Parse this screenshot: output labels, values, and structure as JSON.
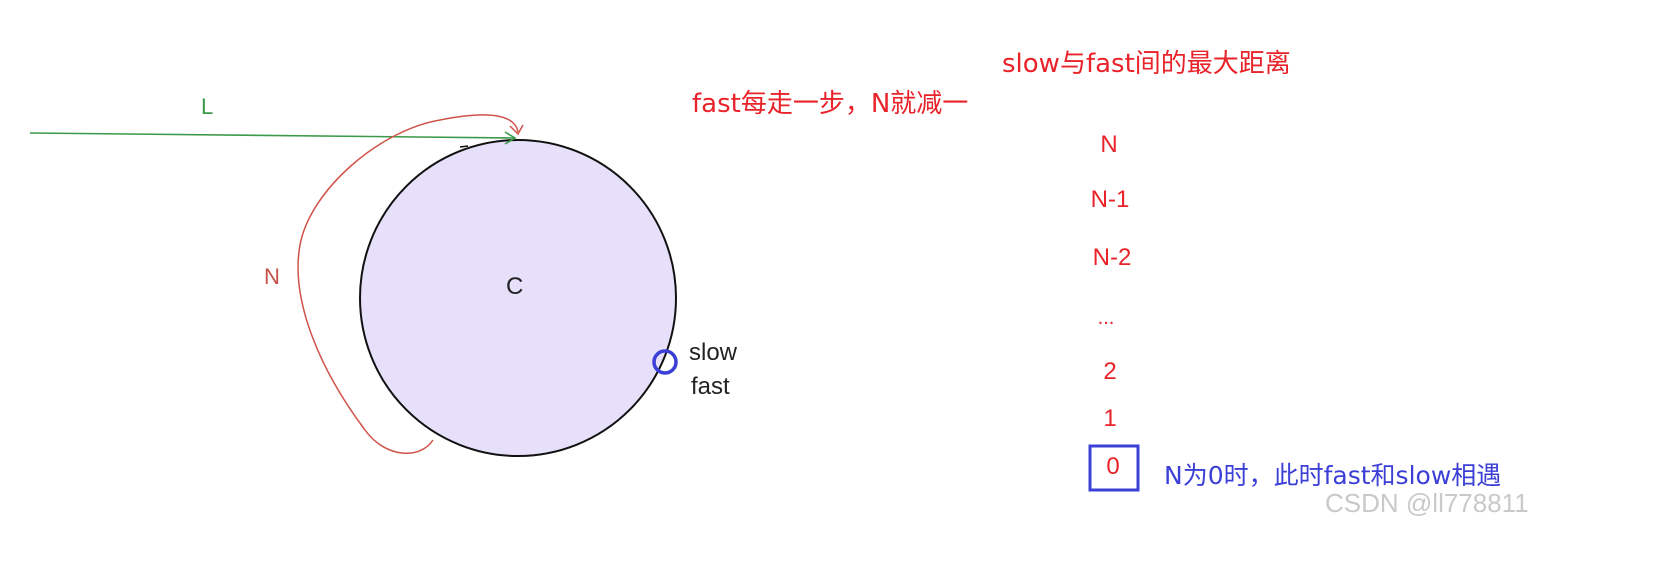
{
  "diagram": {
    "labels": {
      "L": "L",
      "N": "N",
      "C": "C",
      "slow": "slow",
      "fast": "fast"
    },
    "right_panel": {
      "title": "slow与fast间的最大距离",
      "note": "fast每走一步，N就减一",
      "sequence": [
        "N",
        "N-1",
        "N-2",
        "...",
        "2",
        "1",
        "0"
      ],
      "final_caption": "N为0时，此时fast和slow相遇"
    },
    "watermark": "CSDN @ll778811",
    "colors": {
      "circle_fill": "#e6e0fa",
      "circle_stroke": "#111111",
      "line_green": "#3b9a4a",
      "arc_red": "#cf5348",
      "blue": "#3b3fd6",
      "red_text": "#e8232a"
    }
  }
}
